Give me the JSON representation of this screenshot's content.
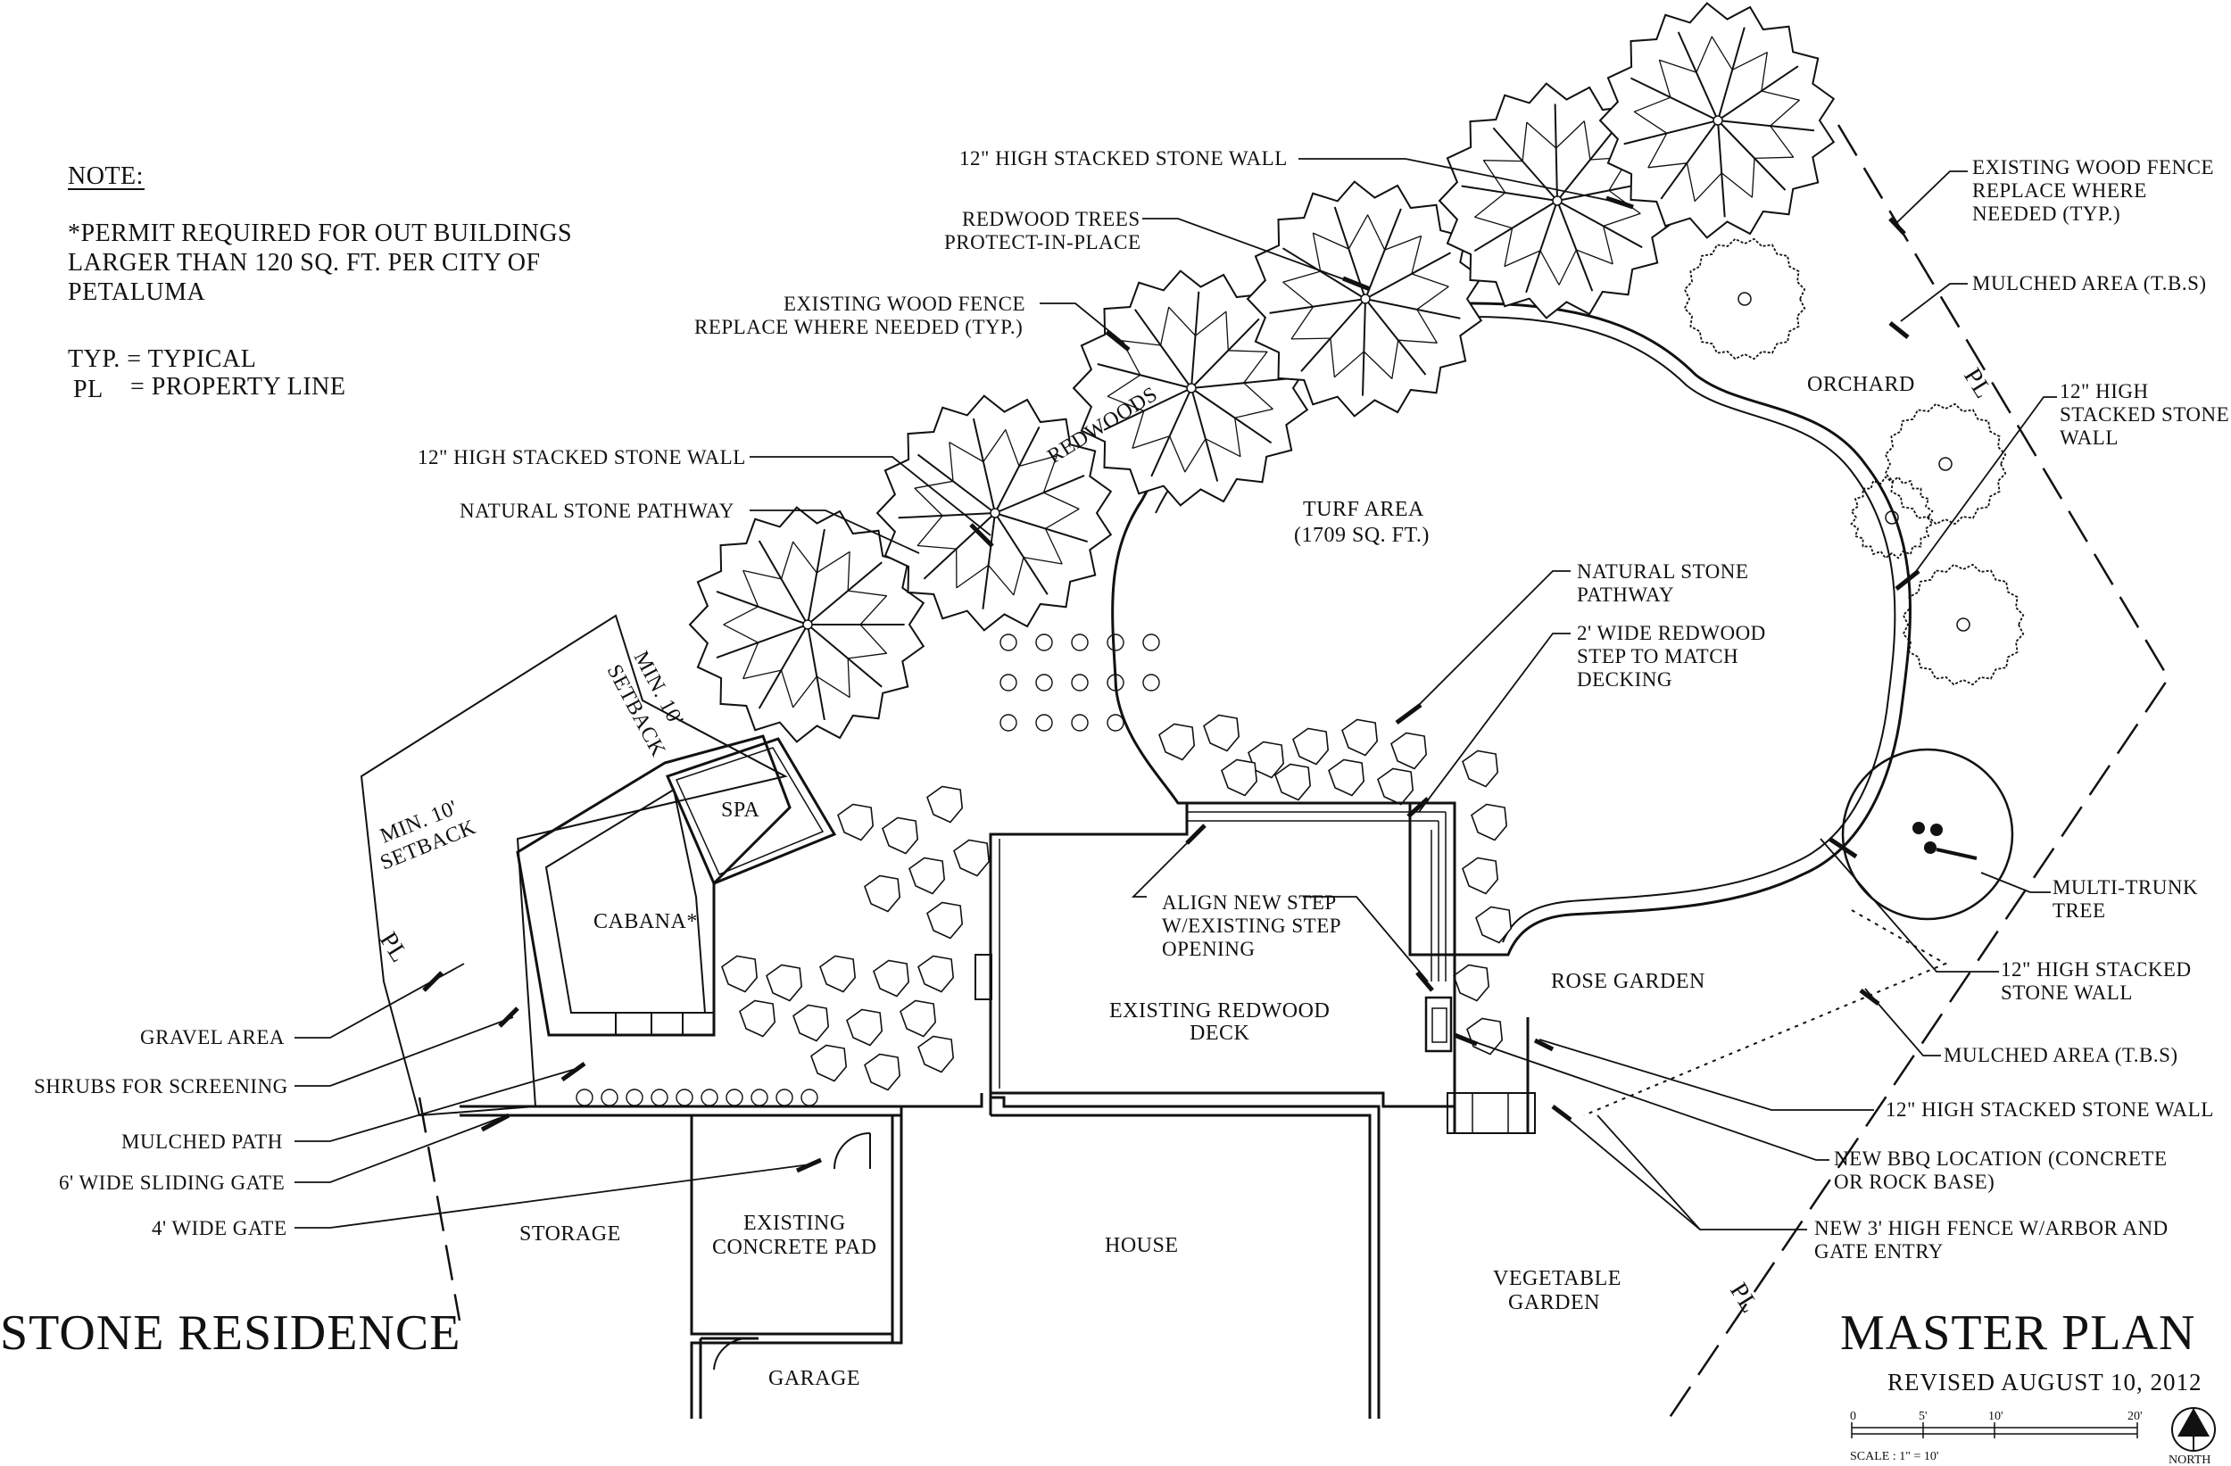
{
  "notes": {
    "heading": "NOTE:",
    "lines": [
      "*PERMIT REQUIRED FOR OUT BUILDINGS",
      "LARGER THAN 120 SQ. FT. PER CITY OF",
      "PETALUMA"
    ],
    "typ": "TYP. = TYPICAL",
    "pl": "= PROPERTY LINE",
    "pl_symbol": "PL"
  },
  "title": {
    "project": "STONE RESIDENCE",
    "sheet": "MASTER PLAN",
    "revised": "REVISED AUGUST 10, 2012"
  },
  "scale_bar": {
    "ticks": [
      "0",
      "5'",
      "10'",
      "20'"
    ],
    "scale_text": "SCALE : 1\" = 10'",
    "north": "NORTH"
  },
  "labels_left": [
    "12\" HIGH STACKED STONE WALL",
    "NATURAL STONE PATHWAY",
    "GRAVEL AREA",
    "SHRUBS FOR SCREENING",
    "MULCHED PATH",
    "6' WIDE SLIDING GATE",
    "4' WIDE GATE"
  ],
  "labels_top": [
    "12\" HIGH STACKED STONE WALL",
    "REDWOOD TREES",
    "PROTECT-IN-PLACE",
    "EXISTING WOOD FENCE",
    "REPLACE WHERE NEEDED (TYP.)"
  ],
  "labels_right": [
    "EXISTING WOOD FENCE",
    "REPLACE WHERE",
    "NEEDED (TYP.)",
    "MULCHED AREA (T.B.S)",
    "12\" HIGH",
    "STACKED STONE",
    "WALL",
    "MULTI-TRUNK",
    "TREE",
    "12\" HIGH STACKED",
    "STONE WALL",
    "MULCHED AREA (T.B.S)",
    "12\" HIGH STACKED STONE WALL",
    "NEW BBQ LOCATION (CONCRETE",
    "OR ROCK BASE)",
    "NEW 3' HIGH FENCE W/ARBOR AND",
    "GATE ENTRY"
  ],
  "labels_center": [
    "NATURAL STONE",
    "PATHWAY",
    "2' WIDE REDWOOD",
    "STEP TO MATCH",
    "DECKING",
    "ALIGN NEW STEP",
    "W/EXISTING STEP",
    "OPENING"
  ],
  "areas": {
    "turf": "TURF AREA",
    "turf_size": "(1709 SQ. FT.)",
    "orchard": "ORCHARD",
    "redwoods": "REDWOODS",
    "rose_garden": "ROSE GARDEN",
    "spa": "SPA",
    "cabana": "CABANA*",
    "deck_1": "EXISTING REDWOOD",
    "deck_2": "DECK",
    "storage": "STORAGE",
    "pad_1": "EXISTING",
    "pad_2": "CONCRETE PAD",
    "house": "HOUSE",
    "garage": "GARAGE",
    "veg_1": "VEGETABLE",
    "veg_2": "GARDEN",
    "setback_1": "MIN. 10'",
    "setback_2": "SETBACK",
    "setback_3": "MIN. 10'",
    "setback_4": "SETBACK"
  }
}
